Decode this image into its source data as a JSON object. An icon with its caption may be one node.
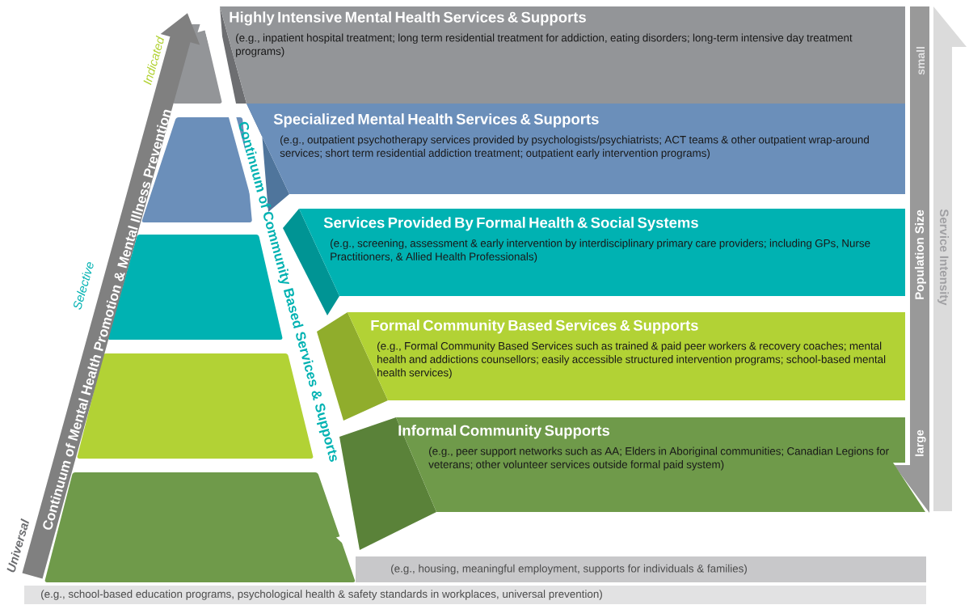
{
  "diagram": {
    "nodes": [
      {
        "text": [
          "Highly Intensive Mental Health Services & Supports",
          "(e.g., inpatient hospital treatment; long term residential treatment for addiction, eating disorders; long-term intensive day treatment programs)"
        ]
      },
      {
        "text": [
          "Specialized Mental Health Services & Supports",
          "(e.g., outpatient psychotherapy services provided by psychologists/psychiatrists; ACT teams & other outpatient wrap-around services; short term residential addiction treatment; outpatient early intervention programs)"
        ]
      },
      {
        "text": [
          "Services Provided By Formal Health & Social Systems",
          "(e.g., screening, assessment & early intervention by interdisciplinary primary care providers; including GPs, Nurse Practitioners, & Allied Health Professionals)"
        ]
      },
      {
        "text": [
          "Formal Community Based Services & Supports",
          "(e.g., Formal Community Based Services such as trained & paid peer workers & recovery coaches; mental health and addictions counsellors; easily accessible structured intervention programs; school-based mental health services)"
        ]
      },
      {
        "text": [
          "Informal Community Supports",
          "(e.g., peer support networks such as AA; Elders in Aboriginal communities; Canadian Legions for veterans; other volunteer services outside formal paid system)"
        ]
      },
      {
        "text": [
          "(e.g., housing, meaningful employment, supports for individuals & families)"
        ]
      },
      {
        "text": [
          "(e.g., school-based education programs, psychological health & safety standards in workplaces, universal prevention)"
        ]
      }
    ],
    "labels": [
      "Indicated",
      "Selective",
      "Universal",
      "Continuum of Mental Health Promotion & Mental Illness Prevention",
      "Continuum of Community Based Services & Supports",
      "small",
      "Population Size",
      "large",
      "Service Intensity"
    ]
  }
}
